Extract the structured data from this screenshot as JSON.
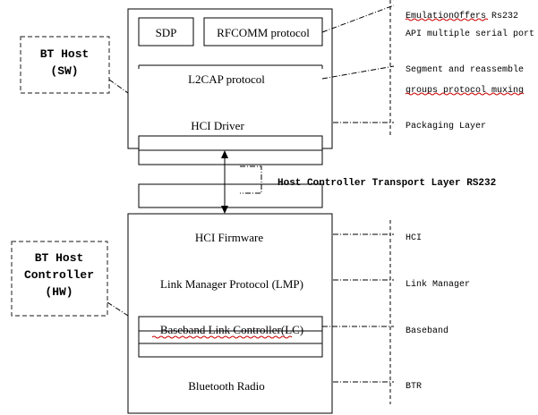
{
  "host": {
    "side_label_line1": "BT Host",
    "side_label_line2": "(SW)",
    "sdp": "SDP",
    "rfcomm": "RFCOMM protocol",
    "l2cap": "L2CAP protocol",
    "hci_driver": "HCI Driver"
  },
  "controller": {
    "side_label_line1": "BT Host",
    "side_label_line2": "Controller",
    "side_label_line3": "(HW)",
    "hci_firmware": "HCI Firmware",
    "lmp": "Link Manager Protocol (LMP)",
    "baseband_lc": "Baseband Link Controller(LC)",
    "radio": "Bluetooth Radio"
  },
  "transport": {
    "label": "Host Controller Transport Layer RS232"
  },
  "annotations": {
    "rfcomm_line1": "EmulationOffers Rs232",
    "rfcomm_line2": "API multiple serial port",
    "l2cap_line1": "Segment and reassemble",
    "l2cap_line2": "groups protocol muxing",
    "packaging": "Packaging Layer",
    "hci": "HCI",
    "link_manager": "Link Manager",
    "baseband": "Baseband",
    "btr": "BTR"
  }
}
